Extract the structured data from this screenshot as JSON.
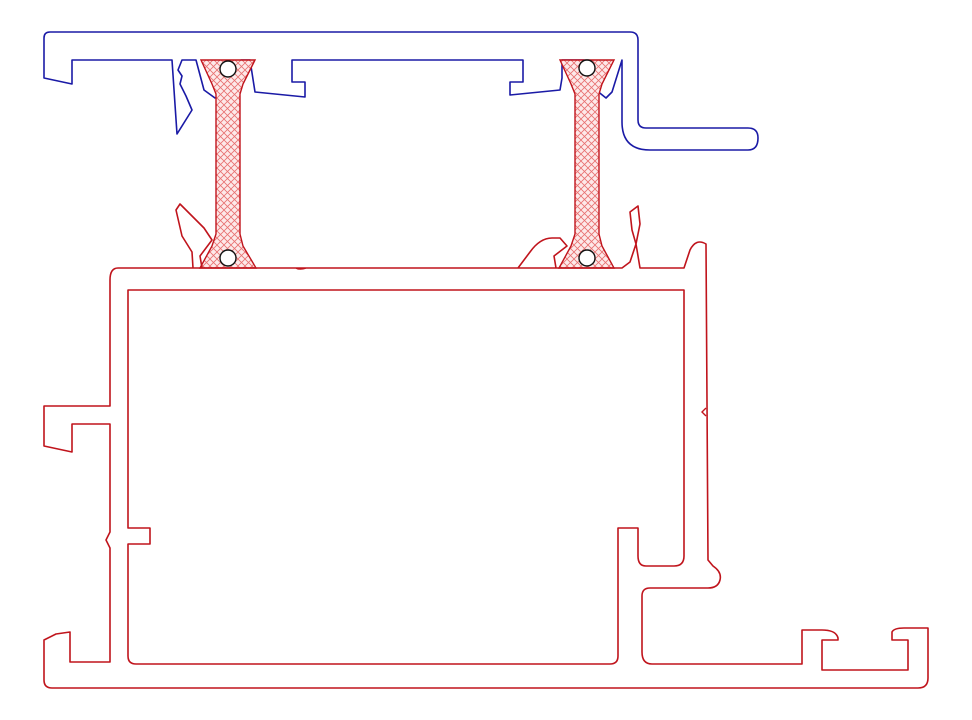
{
  "drawing": {
    "colors": {
      "top_profile": "#1a1aa6",
      "bottom_profile": "#c0141c",
      "thermal_break": "#e87070",
      "thermal_break_fill": "#fde9e9",
      "node_circle": "#111111",
      "background": "#ffffff"
    },
    "parts": [
      {
        "name": "outer-aluminium-profile",
        "color_key": "top_profile"
      },
      {
        "name": "inner-aluminium-profile",
        "color_key": "bottom_profile"
      },
      {
        "name": "thermal-break-strip",
        "count": 2,
        "color_key": "thermal_break"
      }
    ]
  }
}
